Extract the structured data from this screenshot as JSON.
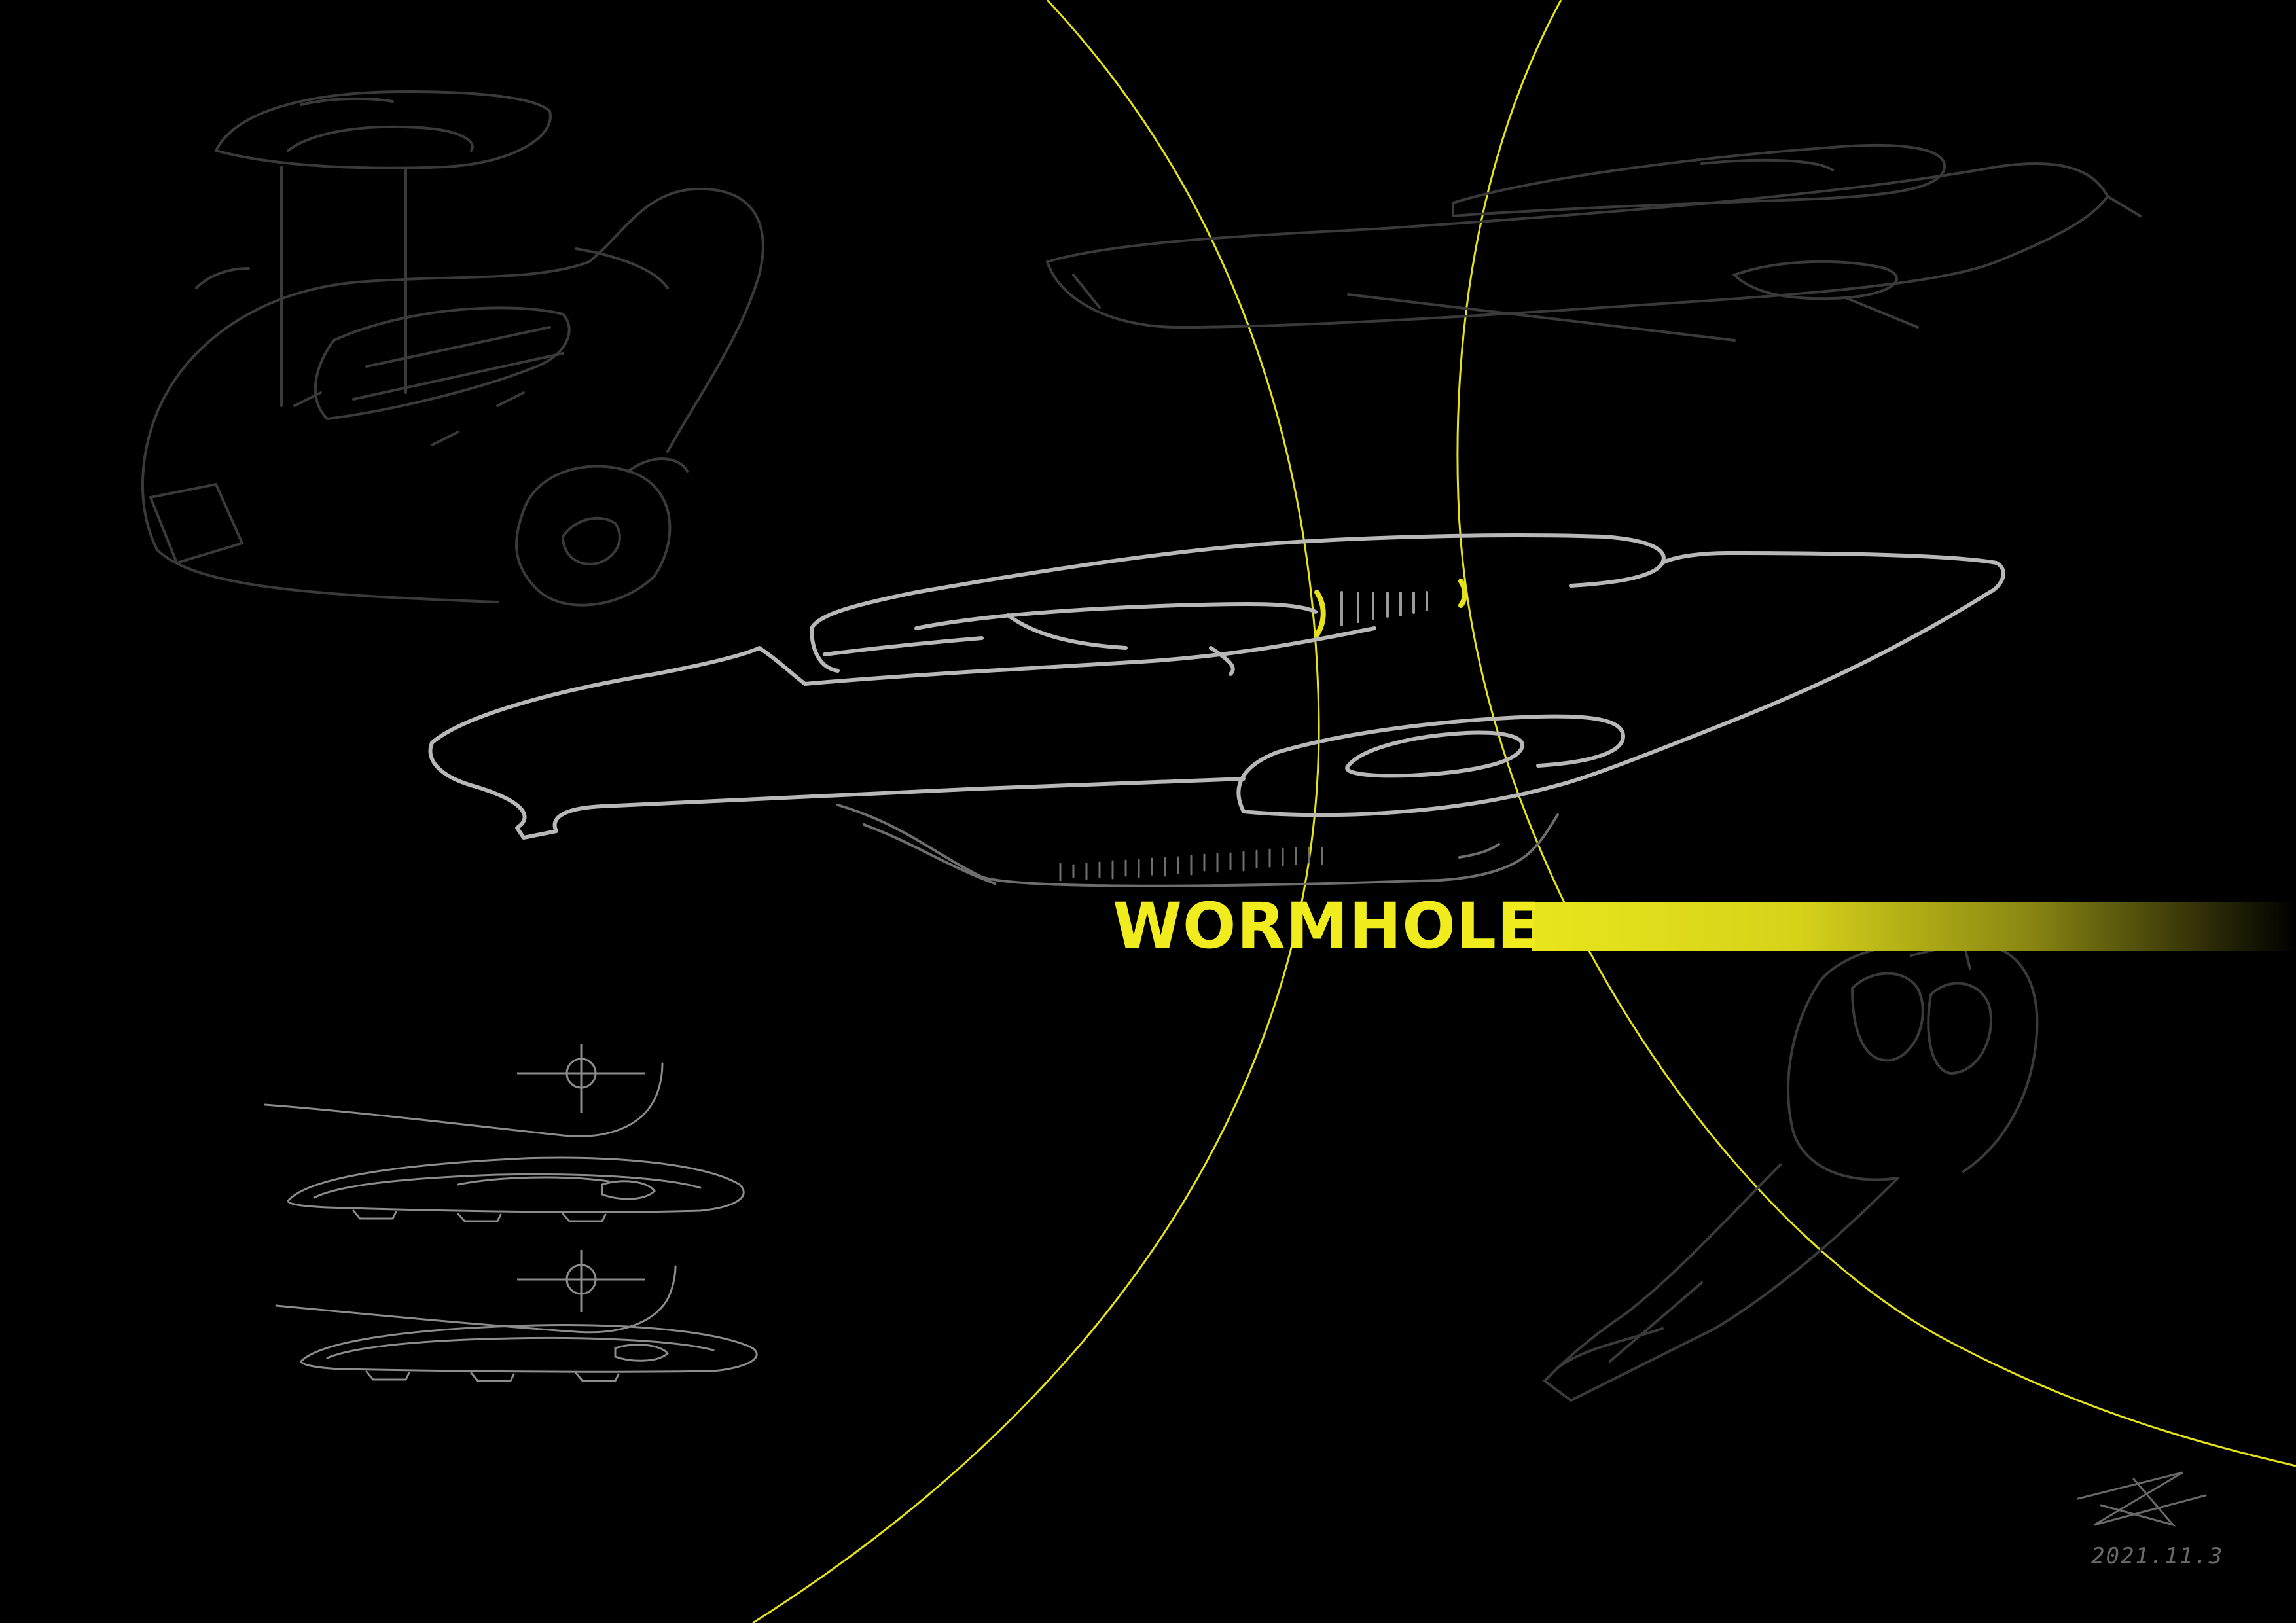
{
  "title": "WORMHOLE",
  "date_stamp": "2021.11.3",
  "colors": {
    "background": "#000000",
    "accent_yellow": "#f0ec1d",
    "sketch_bright": "#b8b8b8",
    "sketch_mid": "#8c8c8c",
    "sketch_dim": "#3a3a3a"
  },
  "icons": {
    "signature": "handwritten-signature-mark",
    "crosshair": "crosshair-target-icon"
  }
}
